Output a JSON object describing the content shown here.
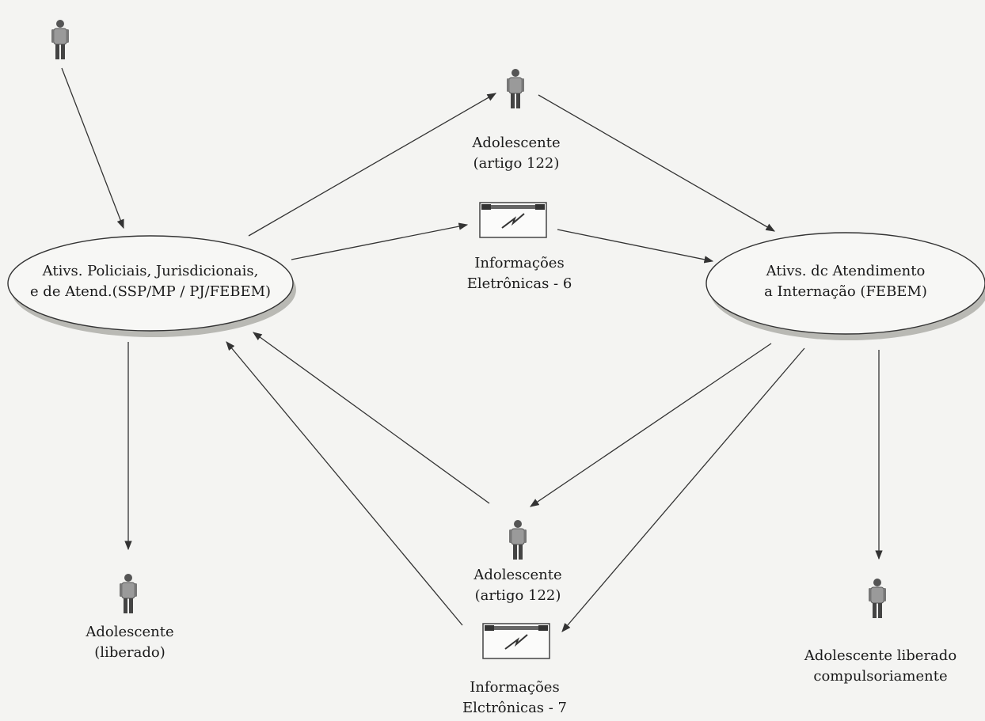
{
  "nodes": {
    "left_process": {
      "line1": "Ativs. Policiais, Jurisdicionais,",
      "line2": "e de Atend.(SSP/MP / PJ/FEBEM)"
    },
    "right_process": {
      "line1": "Ativs. dc Atendimento",
      "line2": "a Internação (FEBEM)"
    },
    "actor_top_mid": {
      "line1": "Adolescente",
      "line2": "(artigo 122)"
    },
    "actor_bottom_mid": {
      "line1": "Adolescente",
      "line2": "(artigo 122)"
    },
    "actor_bottom_left": {
      "line1": "Adolescente",
      "line2": "(liberado)"
    },
    "actor_bottom_right": {
      "line1": "Adolescente liberado",
      "line2": "compulsoriamente"
    },
    "info_top": {
      "line1": "Informações",
      "line2": "Eletrônicas - 6"
    },
    "info_bottom": {
      "line1": "Informações",
      "line2": "Elctrônicas - 7"
    }
  },
  "icons": {
    "actor": "person-icon",
    "info": "electronic-info-icon"
  },
  "colors": {
    "stroke": "#333333",
    "ellipse_fill": "#f7f7f5",
    "ellipse_shadow": "#b9b9b4"
  }
}
